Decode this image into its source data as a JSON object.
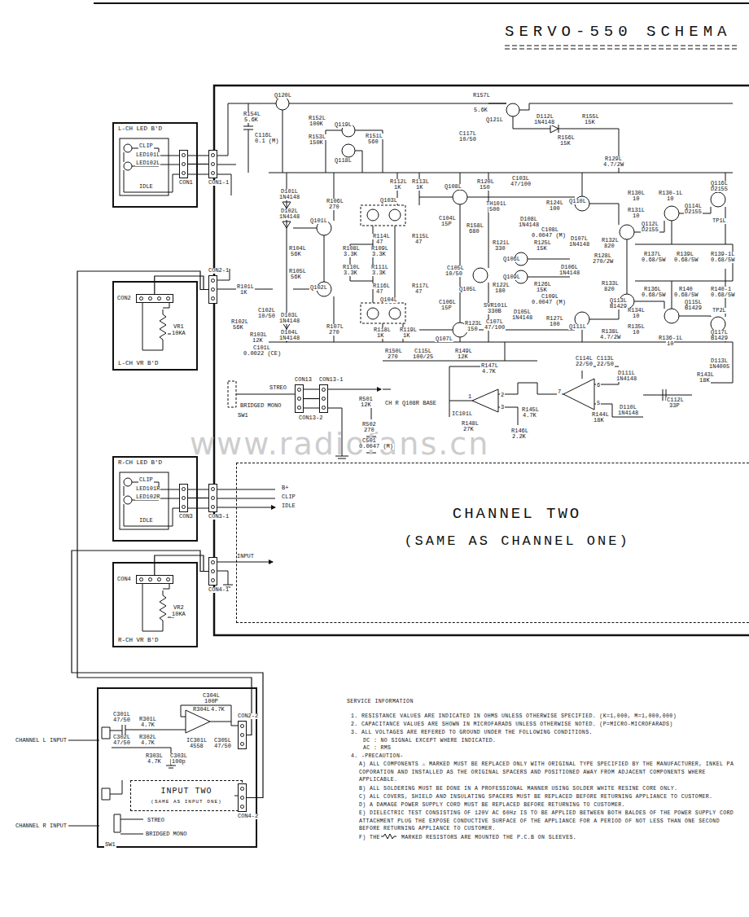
{
  "diagram": {
    "title": "SERVO-550 SCHEMA",
    "nodes": [
      {
        "text": [
          "L-CH LED B'D"
        ]
      },
      {
        "text": [
          "CON1"
        ],
        "in": 0
      },
      {
        "text": [
          "CON1-1"
        ]
      },
      {
        "text": [
          "L-CH VR B'D"
        ]
      },
      {
        "text": [
          "CON2"
        ],
        "in": 3
      },
      {
        "text": [
          "CON2-1"
        ]
      },
      {
        "text": [
          "R-CH LED B'D"
        ]
      },
      {
        "text": [
          "CON3"
        ],
        "in": 6
      },
      {
        "text": [
          "CON3-1"
        ]
      },
      {
        "text": [
          "R-CH VR B'D"
        ]
      },
      {
        "text": [
          "CON4"
        ],
        "in": 9
      },
      {
        "text": [
          "CON4-1"
        ]
      },
      {
        "text": [
          "CON13"
        ]
      },
      {
        "text": [
          "CON13-1"
        ]
      },
      {
        "text": [
          "CHANNEL TWO",
          "(SAME AS CHANNEL ONE)"
        ]
      },
      {
        "text": [
          "INPUT TWO",
          "(SAME AS INPUT ONE)"
        ]
      },
      {
        "text": [
          "CON2-2"
        ]
      },
      {
        "text": [
          "CON4-2"
        ]
      }
    ],
    "edges": [
      {
        "from": 1,
        "to": 2,
        "arrow": "none"
      },
      {
        "from": 4,
        "to": 5,
        "arrow": "none"
      },
      {
        "from": 7,
        "to": 8,
        "arrow": "none"
      },
      {
        "from": 10,
        "to": 11,
        "arrow": "none"
      },
      {
        "from": 12,
        "to": 13,
        "arrow": "none"
      },
      {
        "from": 16,
        "to": 5,
        "arrow": "none"
      },
      {
        "from": 17,
        "to": 11,
        "arrow": "none"
      }
    ],
    "labels": [
      "CLIP",
      "LED101L",
      "LED102L",
      "IDLE",
      "VR1",
      "10KA",
      "R154L",
      "5.6K",
      "Q120L",
      "C116L",
      "0.1 (M)",
      "R152L",
      "100K",
      "R153L",
      "150K",
      "Q119L",
      "R151L",
      "560",
      "Q118L",
      "R157L",
      "5.6K",
      "Q121L",
      "C117L",
      "10/50",
      "D112L",
      "1N4148",
      "R155L",
      "15K",
      "R156L",
      "15K",
      "R129L",
      "4.7/2W",
      "R112L",
      "1K",
      "R113L",
      "1K",
      "Q108L",
      "R120L",
      "150",
      "C103L",
      "47/100",
      "D101L",
      "1N4148",
      "D102L",
      "1N4148",
      "R106L",
      "270",
      "Q103L",
      "C104L",
      "15P",
      "TH101L",
      "500",
      "R124L",
      "100",
      "Q110L",
      "R130L",
      "10",
      "R130-1L",
      "10",
      "Q114L",
      "D2155",
      "Q116L",
      "D2155",
      "TP1L",
      "Q101L",
      "R114L",
      "47",
      "R115L",
      "47",
      "R158L",
      "680",
      "D108L",
      "1N4148",
      "C108L",
      "0.0047 (M)",
      "R131L",
      "10",
      "Q112L",
      "D2155",
      "R104L",
      "56K",
      "R108L",
      "3.3K",
      "R109L",
      "3.3K",
      "R121L",
      "330",
      "R125L",
      "15K",
      "D107L",
      "1N4148",
      "R132L",
      "820",
      "R128L",
      "270/2W",
      "R137L",
      "0.68/5W",
      "R139L",
      "0.68/5W",
      "R139-1L",
      "0.68/5W",
      "R105L",
      "56K",
      "R110L",
      "3.3K",
      "R111L",
      "3.3K",
      "C105L",
      "10/50",
      "Q105L",
      "R122L",
      "180",
      "Q106L",
      "Q109L",
      "D106L",
      "1N4148",
      "R126L",
      "15K",
      "C109L",
      "0.0047 (M)",
      "R133L",
      "820",
      "R136L",
      "0.68/5W",
      "R140",
      "0.68/5W",
      "R140-1",
      "0.68/5W",
      "R101L",
      "1K",
      "Q102L",
      "R116L",
      "47",
      "R117L",
      "47",
      "Q104L",
      "C106L",
      "15P",
      "D105L",
      "1N4148",
      "SVR101L",
      "330B",
      "R127L",
      "100",
      "Q111L",
      "R134L",
      "10",
      "Q113L",
      "B1429",
      "Q115L",
      "B1429",
      "TP2L",
      "R135L",
      "10",
      "R136-1L",
      "10",
      "Q117L",
      "B1429",
      "R138L",
      "4.7/2W",
      "C102L",
      "10/50",
      "D103L",
      "1N4148",
      "D104L",
      "1N4148",
      "R107L",
      "270",
      "R118L",
      "1K",
      "R119L",
      "1K",
      "R123L",
      "150",
      "C107L",
      "47/100",
      "Q107L",
      "R102L",
      "56K",
      "R103L",
      "12K",
      "C101L",
      "0.0022 (CE)",
      "R150L",
      "270",
      "C115L",
      "100/25",
      "R149L",
      "12K",
      "R147L",
      "4.7K",
      "C114L",
      "22/50",
      "C113L",
      "22/50",
      "D111L",
      "1N4148",
      "R143L",
      "18K",
      "D113L",
      "1N4005",
      "STREO",
      "BRIDGED MONO",
      "SW1",
      "CON13-2",
      "R501",
      "12K",
      "CH R Q108R BASE",
      "R502",
      "270",
      "C501",
      "0.0047 (M)",
      "IC101L",
      "1",
      "2",
      "3",
      "R145L",
      "4.7K",
      "R148L",
      "27K",
      "R146L",
      "2.2K",
      "7",
      "6",
      "5",
      "R144L",
      "18K",
      "D110L",
      "1N4148",
      "C112L",
      "33P",
      "CLIP",
      "LED101R",
      "LED102R",
      "IDLE",
      "B+",
      "CLIP",
      "IDLE",
      "VR2",
      "10KA",
      "INPUT",
      "C304L",
      "100P",
      "R304L",
      "4.7K",
      "C301L",
      "47/50",
      "R301L",
      "4.7K",
      "IC301L",
      "4558",
      "C305L",
      "47/50",
      "C302L",
      "47/50",
      "R302L",
      "4.7K",
      "R303L",
      "4.7K",
      "C303L",
      "100p",
      "CHANNEL L INPUT",
      "CHANNEL R INPUT",
      "STREO",
      "BRIDGED MONO",
      "SW1",
      "SERVICE INFORMATION",
      "1. RESISTANCE VALUES ARE INDICATED IN OHMS UNLESS OTHERWISE SPECIFIED. (K=1,000, M=1,000,000)",
      "2. CAPACITANCE VALUES ARE SHOWN IN MICROFARADS UNLESS OTHERWISE NOTED. (P=MICRO-MICROFARADS)",
      "3. ALL VOLTAGES ARE REFERED TO GROUND UNDER THE FOLLOWING CONDITIONS.",
      "DC : NO SIGNAL EXCEPT WHERE INDICATED.",
      "AC : RMS",
      "4. -PRECAUTION-",
      "A) ALL COMPONENTS ⚠ MARKED MUST BE REPLACED ONLY WITH ORIGINAL TYPE SPECIFIED BY THE MANUFACTURER, INKEL PA COPORATION AND INSTALLED AS THE ORIGINAL SPACERS AND POSITIONED AWAY FROM ADJACENT COMPONENTS WHERE APPLICABLE.",
      "B) ALL SOLDERING MUST BE DONE IN A PROFESSIONAL MANNER USING SOLDER WHITE RESINE CORE ONLY.",
      "C) ALL COVERS, SHIELD AND INSULATING SPACERS MUST BE REPLACED BEFORE RETURNING APPLIANCE TO CUSTOMER.",
      "D) A DAMAGE POWER SUPPLY CORD MUST BE REPLACED BEFORE RETURNING TO CUSTOMER.",
      "E) DIELECTRIC TEST CONSISTING OF 120V AC 60Hz IS TO BE APPLIED BETWEEN BOTH BALDES OF THE POWER SUPPLY CORD ATTACHMENT PLUG THE EXPOSE CONDUCTIVE SURFACE OF THE APPLIANCE FOR A PERIOD OF NOT LESS THAN ONE SECOND BEFORE RETURNING APPLIANCE TO CUSTOMER.",
      "F) THE",
      "MARKED RESISTORS ARE MOUNTED THE P.C.B ON SLEEVES.",
      "www.radiofans.cn"
    ]
  }
}
